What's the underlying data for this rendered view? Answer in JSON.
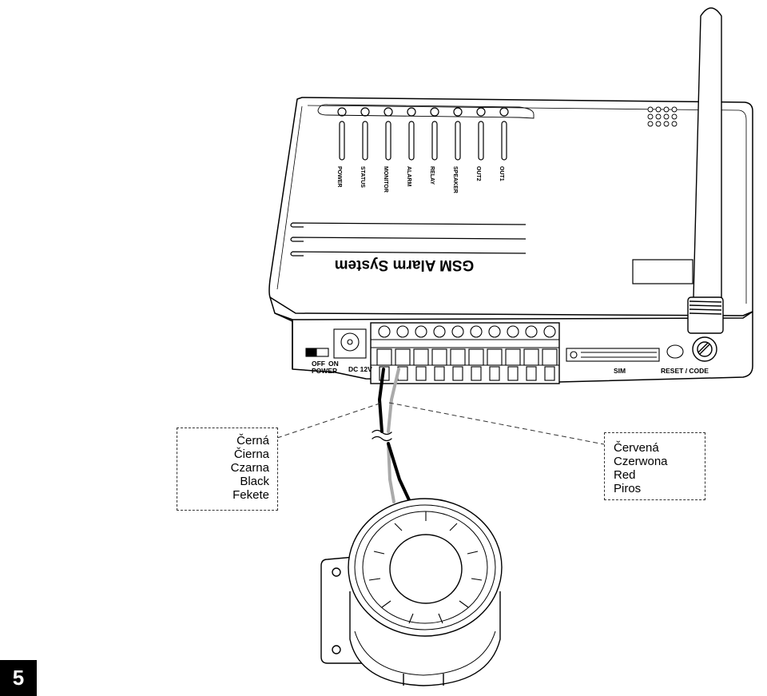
{
  "device": {
    "brand_label": "GSM Alarm System",
    "led_labels": [
      "POWER",
      "STATUS",
      "MONITOR",
      "ALARM",
      "RELAY",
      "SPEAKER",
      "OUT2",
      "OUT1"
    ],
    "power_switch_off": "OFF",
    "power_switch_on": "ON",
    "power_label": "POWER",
    "dc_label": "DC 12V",
    "sim_label": "SIM",
    "reset_label": "RESET / CODE"
  },
  "callouts": {
    "left_black_wire": [
      "Černá",
      "Čierna",
      "Czarna",
      "Black",
      "Fekete"
    ],
    "right_red_wire": [
      "Červená",
      "Czerwona",
      "Red",
      "Piros"
    ]
  },
  "page_number": "5",
  "colors": {
    "black_wire": "#000000",
    "red_wire_print": "#aaaaaa",
    "outline": "#000000"
  }
}
